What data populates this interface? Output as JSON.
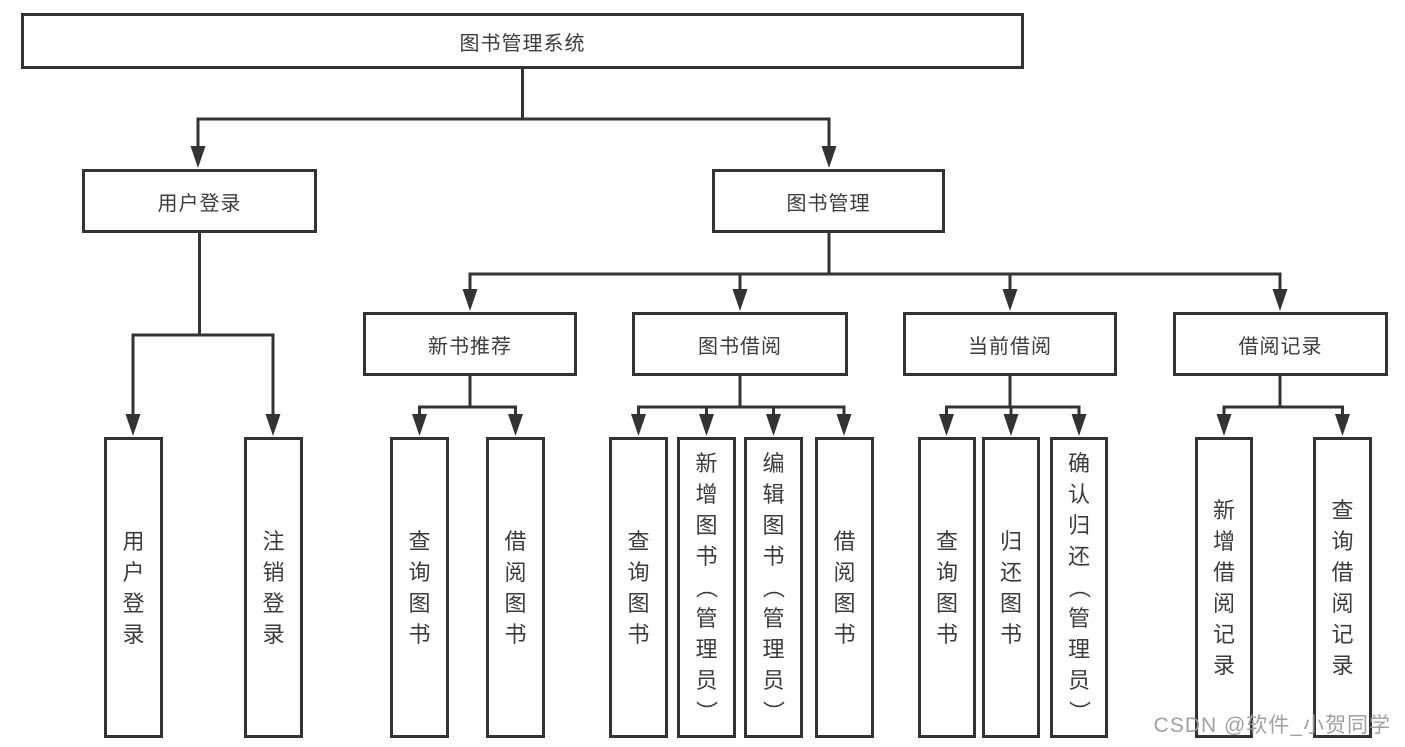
{
  "diagram": {
    "root": {
      "label": "图书管理系统"
    },
    "level2": {
      "user_login": {
        "label": "用户登录"
      },
      "book_mgmt": {
        "label": "图书管理"
      }
    },
    "level3": {
      "new_books": {
        "label": "新书推荐"
      },
      "book_borrow": {
        "label": "图书借阅"
      },
      "current_borrow": {
        "label": "当前借阅"
      },
      "borrow_records": {
        "label": "借阅记录"
      }
    },
    "leaves": {
      "login": {
        "label": "用户登录"
      },
      "logout": {
        "label": "注销登录"
      },
      "nb_query": {
        "label": "查询图书"
      },
      "nb_borrow": {
        "label": "借阅图书"
      },
      "bw_query": {
        "label": "查询图书"
      },
      "bw_add": {
        "label": "新增图书（管理员）"
      },
      "bw_edit": {
        "label": "编辑图书（管理员）"
      },
      "bw_borrow": {
        "label": "借阅图书"
      },
      "cur_query": {
        "label": "查询图书"
      },
      "cur_return": {
        "label": "归还图书"
      },
      "cur_confirm": {
        "label": "确认归还（管理员）"
      },
      "rec_add": {
        "label": "新增借阅记录"
      },
      "rec_query": {
        "label": "查询借阅记录"
      }
    },
    "colors": {
      "line": "#333333",
      "text": "#3c3c3c",
      "background": "#ffffff",
      "watermark": "#98989e"
    }
  },
  "watermark": {
    "text": "CSDN @软件_小贺同学"
  }
}
